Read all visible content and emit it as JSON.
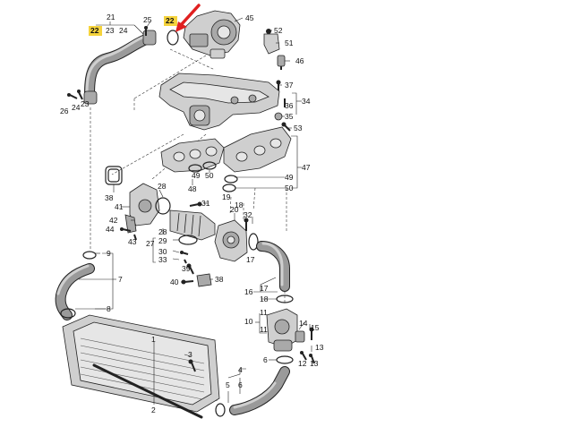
{
  "callouts": [
    {
      "id": "c22a",
      "text": "22",
      "highlight": true
    },
    {
      "id": "c23",
      "text": "23"
    },
    {
      "id": "c24",
      "text": "24"
    },
    {
      "id": "c21",
      "text": "21"
    },
    {
      "id": "c25",
      "text": "25"
    },
    {
      "id": "c22b",
      "text": "22",
      "highlight": true
    },
    {
      "id": "c45",
      "text": "45"
    },
    {
      "id": "c52",
      "text": "52"
    },
    {
      "id": "c51",
      "text": "51"
    },
    {
      "id": "c46",
      "text": "46"
    },
    {
      "id": "c37",
      "text": "37"
    },
    {
      "id": "c34",
      "text": "34"
    },
    {
      "id": "c36",
      "text": "36"
    },
    {
      "id": "c35",
      "text": "35"
    },
    {
      "id": "c53",
      "text": "53"
    },
    {
      "id": "c26",
      "text": "26"
    },
    {
      "id": "c24b",
      "text": "24"
    },
    {
      "id": "c23b",
      "text": "23"
    },
    {
      "id": "c47",
      "text": "47"
    },
    {
      "id": "c49",
      "text": "49"
    },
    {
      "id": "c50",
      "text": "50"
    },
    {
      "id": "c48",
      "text": "48"
    },
    {
      "id": "c49b",
      "text": "49"
    },
    {
      "id": "c50b",
      "text": "50"
    },
    {
      "id": "c19",
      "text": "19"
    },
    {
      "id": "c18",
      "text": "18"
    },
    {
      "id": "c38",
      "text": "38"
    },
    {
      "id": "c28",
      "text": "28"
    },
    {
      "id": "c41",
      "text": "41"
    },
    {
      "id": "c31",
      "text": "31"
    },
    {
      "id": "c42",
      "text": "42"
    },
    {
      "id": "c44",
      "text": "44"
    },
    {
      "id": "c43",
      "text": "43"
    },
    {
      "id": "c28b",
      "text": "28"
    },
    {
      "id": "c20",
      "text": "20"
    },
    {
      "id": "c32",
      "text": "32"
    },
    {
      "id": "c27",
      "text": "27"
    },
    {
      "id": "c29",
      "text": "29"
    },
    {
      "id": "c30",
      "text": "30"
    },
    {
      "id": "c33",
      "text": "33"
    },
    {
      "id": "c39",
      "text": "39"
    },
    {
      "id": "c17",
      "text": "17"
    },
    {
      "id": "c9",
      "text": "9"
    },
    {
      "id": "c7",
      "text": "7"
    },
    {
      "id": "c8",
      "text": "8"
    },
    {
      "id": "c40",
      "text": "40"
    },
    {
      "id": "c38b",
      "text": "38"
    },
    {
      "id": "c16",
      "text": "16"
    },
    {
      "id": "c17b",
      "text": "17"
    },
    {
      "id": "c18b",
      "text": "18"
    },
    {
      "id": "c11",
      "text": "11"
    },
    {
      "id": "c10",
      "text": "10"
    },
    {
      "id": "c11b",
      "text": "11"
    },
    {
      "id": "c14",
      "text": "14"
    },
    {
      "id": "c15",
      "text": "15"
    },
    {
      "id": "c1",
      "text": "1"
    },
    {
      "id": "c3",
      "text": "3"
    },
    {
      "id": "c13",
      "text": "13"
    },
    {
      "id": "c6",
      "text": "6"
    },
    {
      "id": "c12",
      "text": "12"
    },
    {
      "id": "c13b",
      "text": "13"
    },
    {
      "id": "c4",
      "text": "4"
    },
    {
      "id": "c5",
      "text": "5"
    },
    {
      "id": "c6b",
      "text": "6"
    },
    {
      "id": "c2",
      "text": "2"
    }
  ],
  "colors": {
    "highlight": "#f5d33c",
    "arrow": "#e02020"
  },
  "arrow_icon": "red-arrow-icon"
}
